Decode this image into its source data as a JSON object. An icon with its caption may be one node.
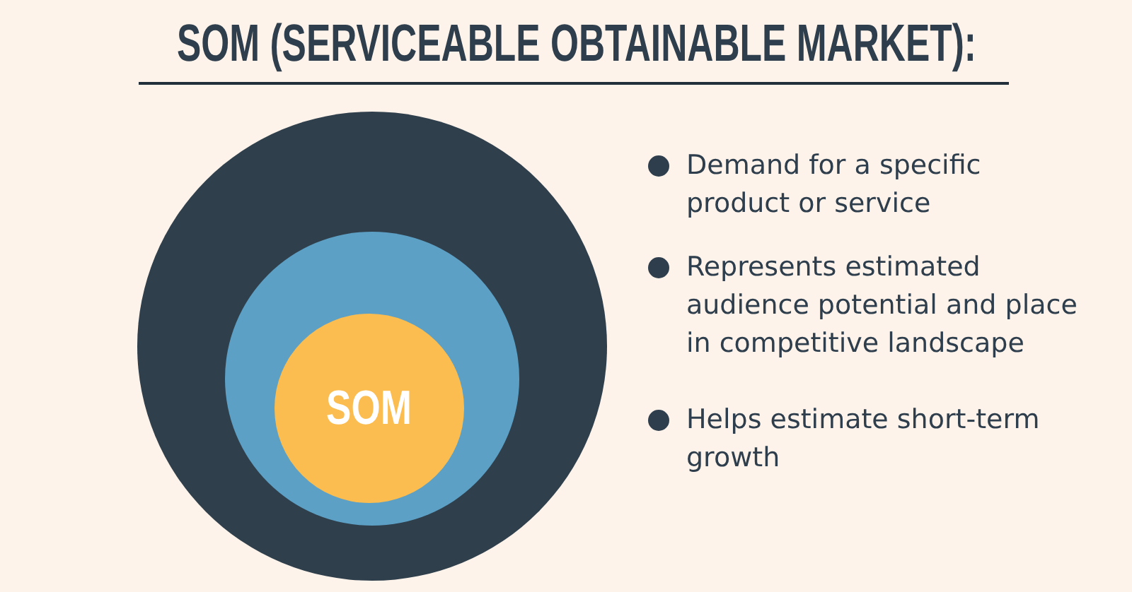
{
  "diagram": {
    "title": "SOM (SERVICEABLE OBTAINABLE MARKET):",
    "nodes": [
      {
        "text": [],
        "shape": "circle"
      },
      {
        "text": [],
        "shape": "circle",
        "in": 0
      },
      {
        "text": [
          "SOM"
        ],
        "in": 1
      }
    ],
    "labels": [
      "Demand for a specific product or service",
      "Represents estimated audience potential and place in competitive landscape",
      "Helps estimate short-term growth"
    ]
  }
}
